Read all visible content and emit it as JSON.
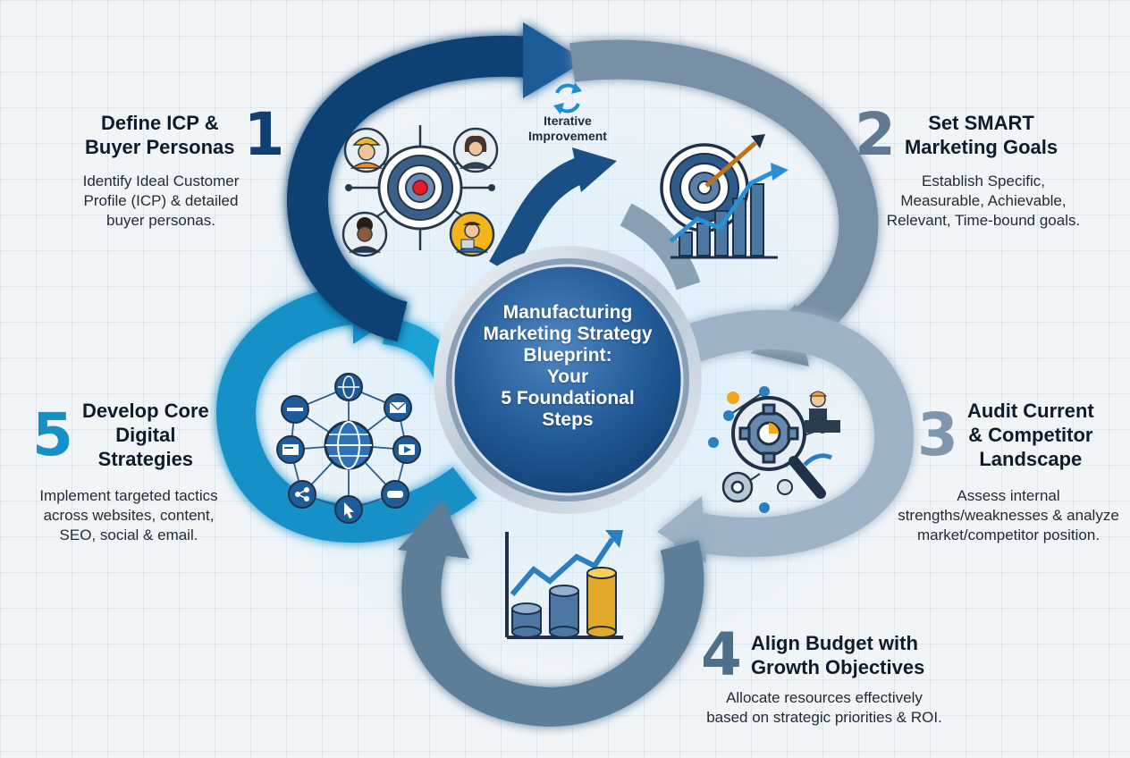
{
  "center": {
    "lines": [
      "Manufacturing",
      "Marketing Strategy",
      "Blueprint:",
      "Your",
      "5 Foundational",
      "Steps"
    ]
  },
  "iteration": {
    "label_line1": "Iterative",
    "label_line2": "Improvement",
    "icon": "refresh-cycle-icon"
  },
  "steps": [
    {
      "number": "1",
      "title_line1": "Define ICP &",
      "title_line2": "Buyer Personas",
      "desc_line1": "Identify Ideal Customer",
      "desc_line2": "Profile (ICP) & detailed",
      "desc_line3": "buyer personas.",
      "color": "#0f3f73",
      "icon": "target-personas-icon"
    },
    {
      "number": "2",
      "title_line1": "Set SMART",
      "title_line2": "Marketing Goals",
      "desc_line1": "Establish Specific,",
      "desc_line2": "Measurable, Achievable,",
      "desc_line3": "Relevant, Time-bound goals.",
      "color": "#5f7a92",
      "icon": "target-arrow-growth-icon"
    },
    {
      "number": "3",
      "title_line1": "Audit Current",
      "title_line2": "& Competitor",
      "title_line3": "Landscape",
      "desc_line1": "Assess internal",
      "desc_line2": "strengths/weaknesses & analyze",
      "desc_line3": "market/competitor position.",
      "color": "#7f97ad",
      "icon": "gear-magnifier-audit-icon"
    },
    {
      "number": "4",
      "title_line1": "Align Budget with",
      "title_line2": "Growth Objectives",
      "desc_line1": "Allocate resources effectively",
      "desc_line2": "based on strategic priorities & ROI.",
      "color": "#4d6f8a",
      "icon": "coin-stacks-growth-chart-icon"
    },
    {
      "number": "5",
      "title_line1": "Develop Core",
      "title_line2": "Digital",
      "title_line3": "Strategies",
      "desc_line1": "Implement targeted tactics",
      "desc_line2": "across websites, content,",
      "desc_line3": "SEO, social & email.",
      "color": "#1591c7",
      "icon": "digital-channels-network-icon"
    }
  ]
}
